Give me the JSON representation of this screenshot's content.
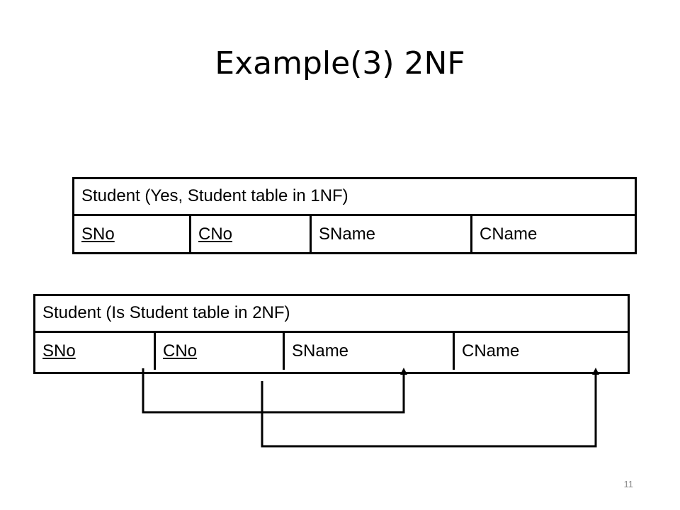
{
  "slide": {
    "title": "Example(3) 2NF",
    "number": "11"
  },
  "relation_1nf": {
    "caption": "Student (Yes, Student table in 1NF)",
    "attributes": [
      {
        "name": "SNo",
        "key": true
      },
      {
        "name": "CNo",
        "key": true
      },
      {
        "name": "SName",
        "key": false
      },
      {
        "name": "CName",
        "key": false
      }
    ]
  },
  "relation_2nf": {
    "caption": "Student (Is  Student table in 2NF)",
    "attributes": [
      {
        "name": "SNo",
        "key": true
      },
      {
        "name": "CNo",
        "key": true
      },
      {
        "name": "SName",
        "key": false
      },
      {
        "name": "CName",
        "key": false
      }
    ]
  },
  "dependencies": [
    {
      "from": "SNo",
      "to": "SName"
    },
    {
      "from": "CNo",
      "to": "CName"
    }
  ]
}
